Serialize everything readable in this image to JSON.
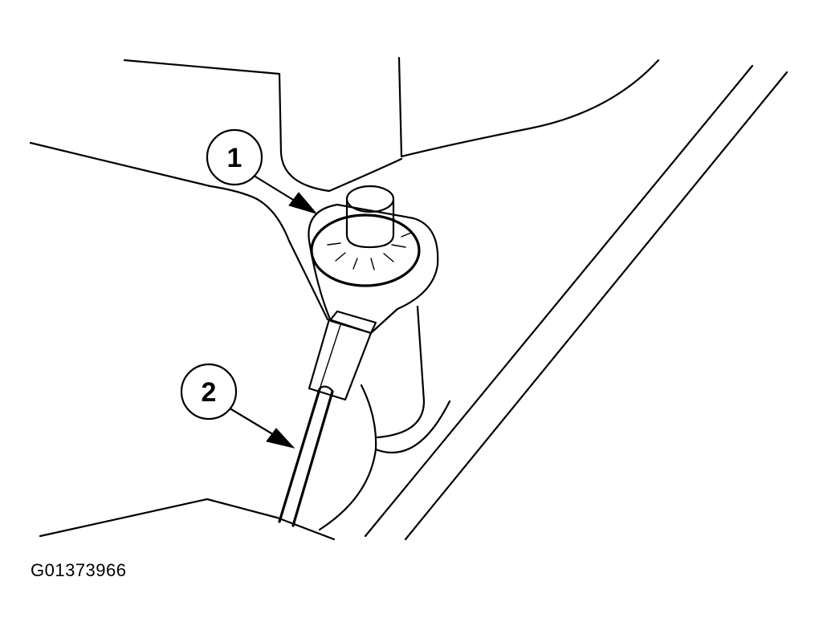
{
  "figure_id": "G01373966",
  "callouts": [
    {
      "label": "1"
    },
    {
      "label": "2"
    }
  ]
}
